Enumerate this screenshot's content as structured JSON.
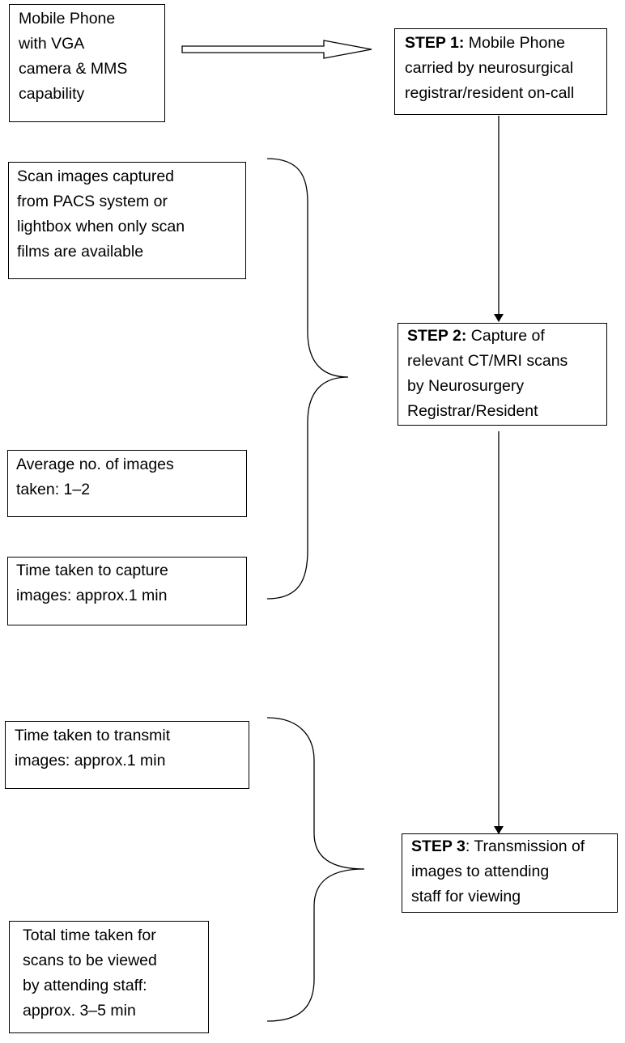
{
  "nodes": {
    "phone": {
      "text": "Mobile Phone\nwith VGA\ncamera & MMS\ncapability"
    },
    "step1": {
      "step_label": "STEP 1:",
      "text": " Mobile Phone\ncarried by neurosurgical\nregistrar/resident on-call"
    },
    "capture_source": {
      "text": "Scan images captured\nfrom PACS system or\nlightbox when only scan\nfilms are available"
    },
    "step2": {
      "step_label": "STEP 2:",
      "text": " Capture of\nrelevant CT/MRI scans\nby Neurosurgery\nRegistrar/Resident"
    },
    "avg_images": {
      "text": "Average no. of images\ntaken: 1–2"
    },
    "capture_time": {
      "text": "Time taken to capture\nimages: approx.1 min"
    },
    "transmit_time": {
      "text": "Time taken to transmit\nimages: approx.1 min"
    },
    "step3": {
      "step_label": "STEP 3",
      "text": ": Transmission of\nimages to attending\nstaff for viewing"
    },
    "total_time": {
      "text": "Total time taken for\nscans to be viewed\nby attending staff:\napprox. 3–5 min"
    }
  }
}
